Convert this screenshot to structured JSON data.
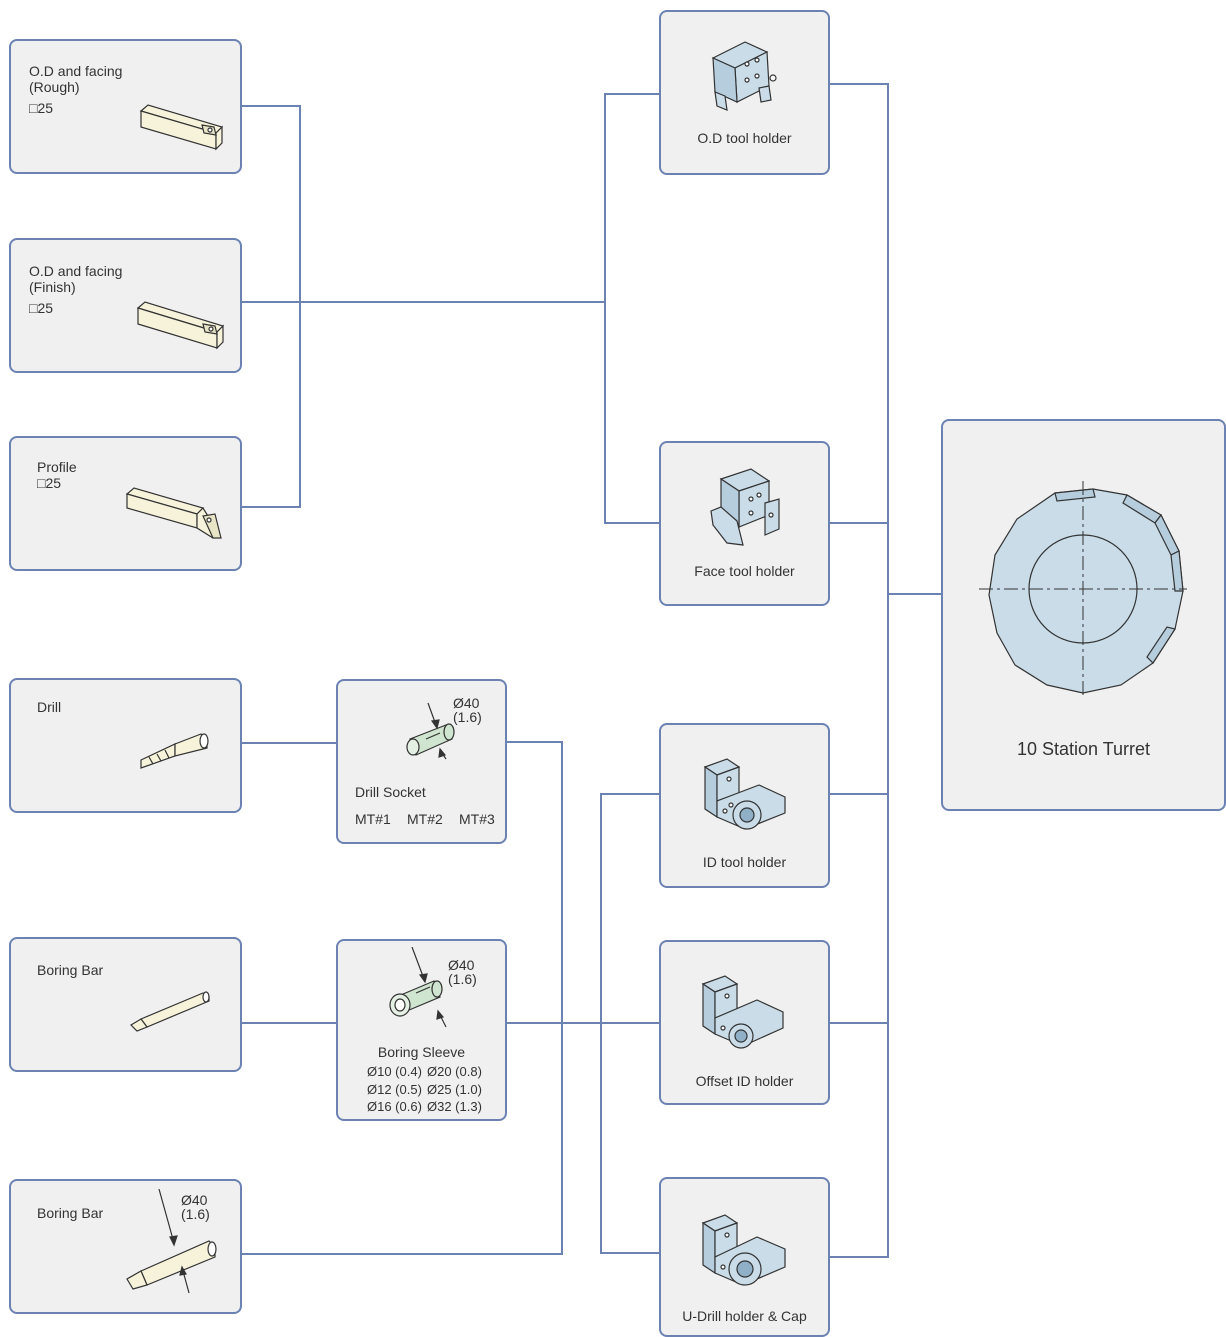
{
  "tools": {
    "od_rough": {
      "title": "O.D and facing",
      "sub": "(Rough)",
      "size": "□25"
    },
    "od_finish": {
      "title": "O.D and facing",
      "sub": "(Finish)",
      "size": "□25"
    },
    "profile": {
      "title": "Profile",
      "size": "□25"
    },
    "drill": {
      "title": "Drill"
    },
    "boring_bar_1": {
      "title": "Boring Bar"
    },
    "boring_bar_2": {
      "title": "Boring Bar",
      "dia": "Ø40",
      "dia_in": "(1.6)"
    }
  },
  "adapters": {
    "drill_socket": {
      "dia": "Ø40",
      "dia_in": "(1.6)",
      "title": "Drill Socket",
      "sizes": [
        "MT#1",
        "MT#2",
        "MT#3"
      ]
    },
    "boring_sleeve": {
      "dia": "Ø40",
      "dia_in": "(1.6)",
      "title": "Boring Sleeve",
      "rows": [
        [
          "Ø10 (0.4)",
          "Ø20 (0.8)"
        ],
        [
          "Ø12 (0.5)",
          "Ø25 (1.0)"
        ],
        [
          "Ø16 (0.6)",
          "Ø32 (1.3)"
        ]
      ]
    }
  },
  "holders": {
    "od": "O.D tool holder",
    "face": "Face tool holder",
    "id": "ID tool holder",
    "offset_id": "Offset ID holder",
    "udrill": "U-Drill holder & Cap"
  },
  "turret": {
    "title": "10 Station Turret"
  },
  "colors": {
    "line": "#6b82b3",
    "box_fill": "#f0f0f0",
    "tool_fill": "#f6f3da",
    "holder_fill": "#c9dce8",
    "sleeve_fill": "#cfe5cf"
  }
}
